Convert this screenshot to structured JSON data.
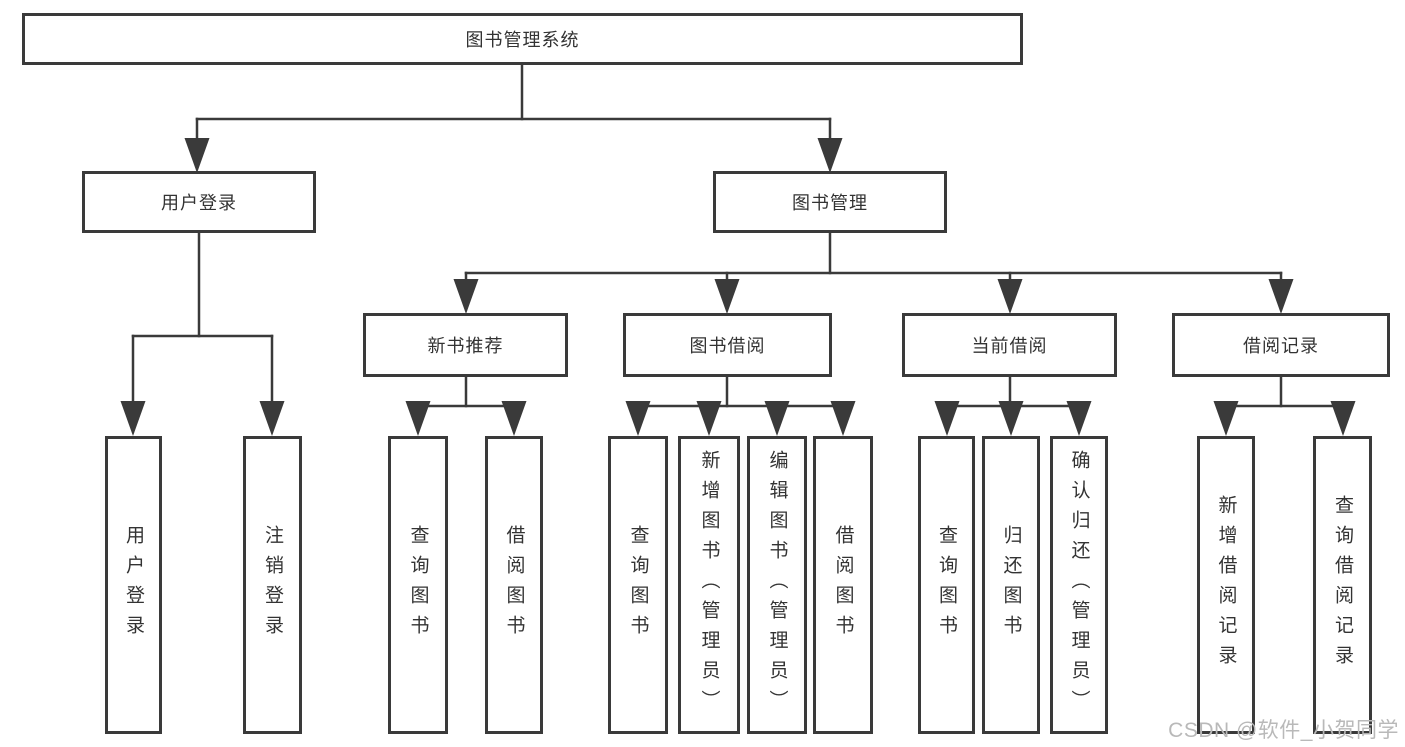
{
  "diagram": {
    "type": "org-chart",
    "colors": {
      "line": "#3a3a3a",
      "box_border": "#3a3a3a",
      "text": "#333333",
      "background": "#ffffff",
      "watermark": "#b9b9b9"
    }
  },
  "tree": {
    "root": {
      "label": "图书管理系统"
    },
    "branches": [
      {
        "label": "用户登录",
        "children": [
          {
            "label": "用户登录"
          },
          {
            "label": "注销登录"
          }
        ]
      },
      {
        "label": "图书管理",
        "children": [
          {
            "label": "新书推荐",
            "children": [
              {
                "label": "查询图书"
              },
              {
                "label": "借阅图书"
              }
            ]
          },
          {
            "label": "图书借阅",
            "children": [
              {
                "label": "查询图书"
              },
              {
                "label": "新增图书（管理员）"
              },
              {
                "label": "编辑图书（管理员）"
              },
              {
                "label": "借阅图书"
              }
            ]
          },
          {
            "label": "当前借阅",
            "children": [
              {
                "label": "查询图书"
              },
              {
                "label": "归还图书"
              },
              {
                "label": "确认归还（管理员）"
              }
            ]
          },
          {
            "label": "借阅记录",
            "children": [
              {
                "label": "新增借阅记录"
              },
              {
                "label": "查询借阅记录"
              }
            ]
          }
        ]
      }
    ]
  },
  "watermark": {
    "text": "CSDN @软件_小贺同学"
  }
}
